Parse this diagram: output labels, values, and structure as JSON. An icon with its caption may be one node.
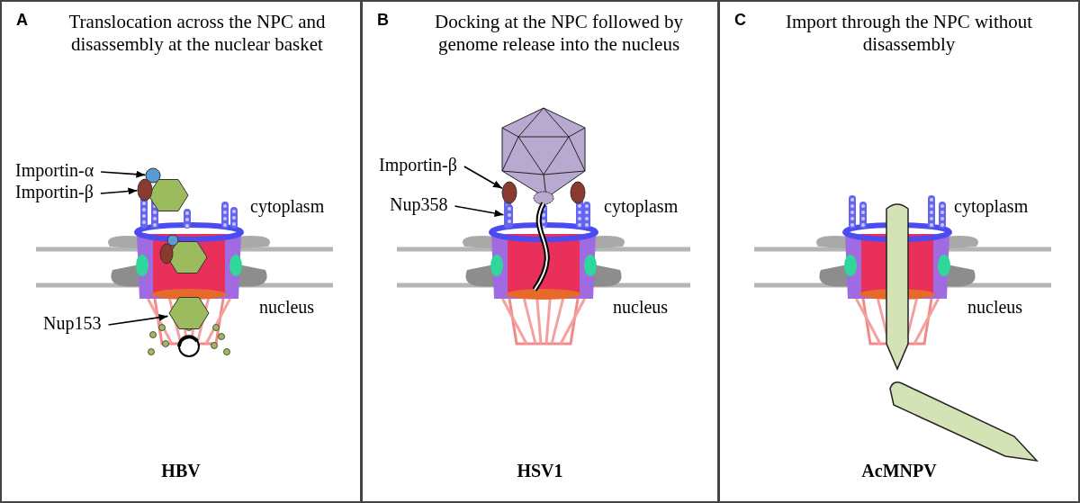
{
  "diagram": {
    "nodes": [
      {
        "text": [
          "A",
          "Translocation across the NPC and disassembly at the nuclear basket",
          "HBV"
        ]
      },
      {
        "text": [
          "Importin-α"
        ],
        "in": 0
      },
      {
        "text": [
          "Importin-β"
        ],
        "in": 0
      },
      {
        "text": [
          "Nup153"
        ],
        "in": 0
      },
      {
        "text": [],
        "shape": "circle",
        "in": 0
      },
      {
        "text": [],
        "shape": "oval",
        "in": 0
      },
      {
        "text": [],
        "shape": "hexagon",
        "in": 0
      },
      {
        "text": [
          "B",
          "Docking at the NPC followed by genome release into the nucleus",
          "HSV1"
        ]
      },
      {
        "text": [
          "Importin-β"
        ],
        "in": 7
      },
      {
        "text": [
          "Nup358"
        ],
        "in": 7
      },
      {
        "text": [],
        "shape": "oval",
        "in": 7
      },
      {
        "text": [],
        "shape": "bar",
        "in": 7
      },
      {
        "text": [
          "C",
          "Import through the NPC without disassembly",
          "AcMNPV"
        ]
      }
    ],
    "edges": [
      {
        "from": 1,
        "to": 4,
        "arrow": "to"
      },
      {
        "from": 2,
        "to": 5,
        "arrow": "to"
      },
      {
        "from": 3,
        "to": 6,
        "arrow": "to"
      },
      {
        "from": 8,
        "to": 10,
        "arrow": "to"
      },
      {
        "from": 9,
        "to": 11,
        "arrow": "to"
      }
    ],
    "labels": [
      "cytoplasm",
      "nucleus",
      "cytoplasm",
      "nucleus",
      "cytoplasm",
      "nucleus"
    ]
  }
}
